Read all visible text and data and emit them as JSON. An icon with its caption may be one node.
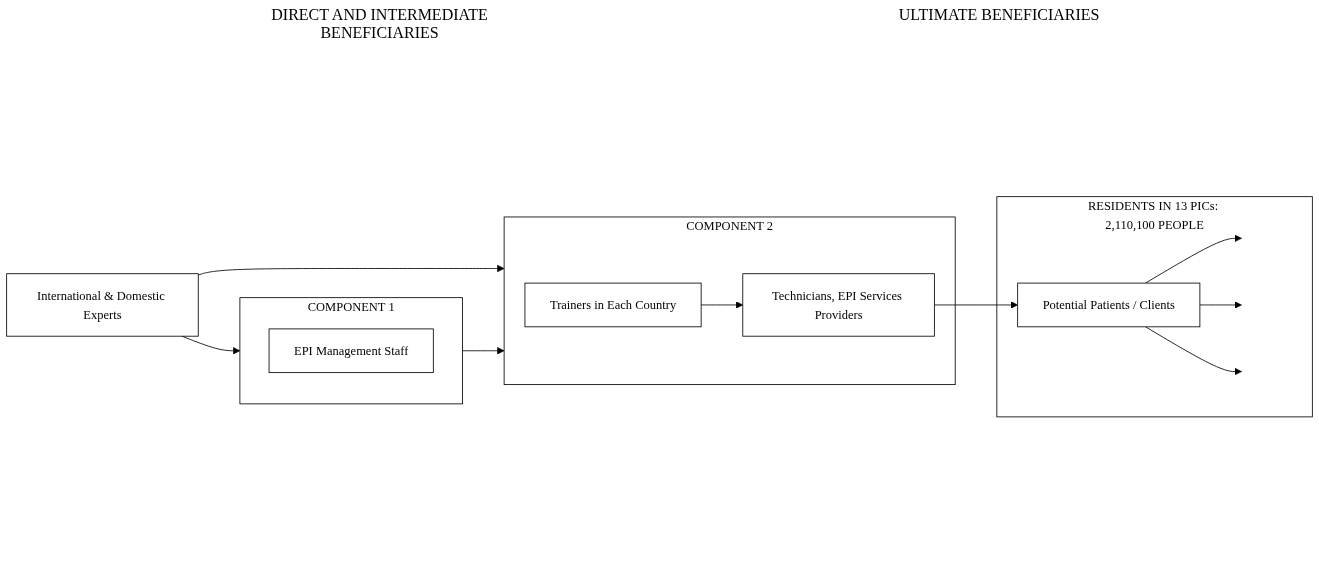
{
  "diagram": {
    "nodes": [
      {
        "text": [
          "International & Domestic Experts"
        ]
      },
      {
        "text": [
          "COMPONENT 1"
        ]
      },
      {
        "text": [
          "EPI Management Staff"
        ],
        "in": 1
      },
      {
        "text": [
          "COMPONENT 2"
        ]
      },
      {
        "text": [
          "Trainers in Each Country"
        ],
        "in": 3
      },
      {
        "text": [
          "Technicians, EPI Services Providers"
        ],
        "in": 3
      },
      {
        "text": [
          "RESIDENTS IN 13 PICs: 2,110,100 PEOPLE"
        ]
      },
      {
        "text": [
          "Potential Patients / Clients"
        ],
        "in": 6
      }
    ],
    "edges": [
      {
        "from": 0,
        "to": 1,
        "arrow": "to"
      },
      {
        "from": 0,
        "to": 3,
        "arrow": "to"
      },
      {
        "from": 1,
        "to": 3,
        "arrow": "to"
      },
      {
        "from": 4,
        "to": 5,
        "arrow": "to"
      },
      {
        "from": 5,
        "to": 7,
        "arrow": "to"
      },
      {
        "from": 7,
        "to": null,
        "arrow": "to"
      },
      {
        "from": 7,
        "to": null,
        "arrow": "to"
      },
      {
        "from": 7,
        "to": null,
        "arrow": "to"
      }
    ],
    "labels": [
      "DIRECT AND INTERMEDIATE  BENEFICIARIES",
      "ULTIMATE BENEFICIARIES"
    ]
  }
}
